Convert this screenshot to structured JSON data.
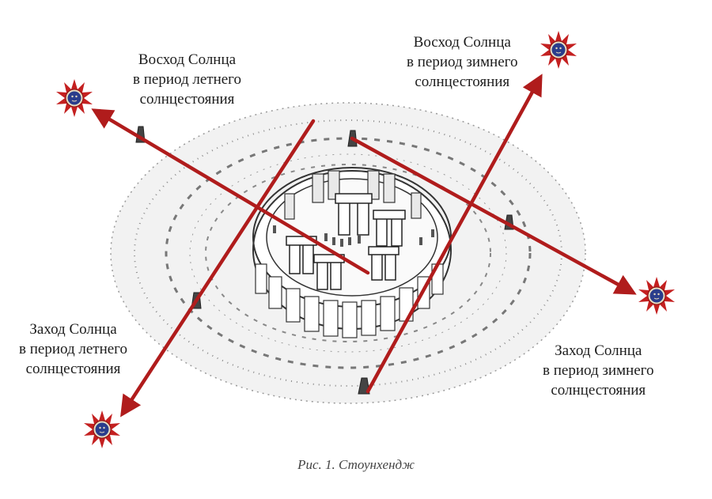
{
  "labels": {
    "summer_sunrise": [
      "Восход Солнца",
      "в период летнего",
      "солнцестояния"
    ],
    "winter_sunrise": [
      "Восход Солнца",
      "в период зимнего",
      "солнцестояния"
    ],
    "summer_sunset": [
      "Заход Солнца",
      "в период летнего",
      "солнцестояния"
    ],
    "winter_sunset": [
      "Заход Солнца",
      "в период зимнего",
      "солнцестояния"
    ]
  },
  "caption": "Рис. 1. Стоунхендж",
  "colors": {
    "arrow": "#b01c1c",
    "sun_rays": "#c42020",
    "sun_disc": "#2a3d8c",
    "ink": "#333333"
  },
  "icons": [
    "sun-icon",
    "standing-stone-icon"
  ]
}
